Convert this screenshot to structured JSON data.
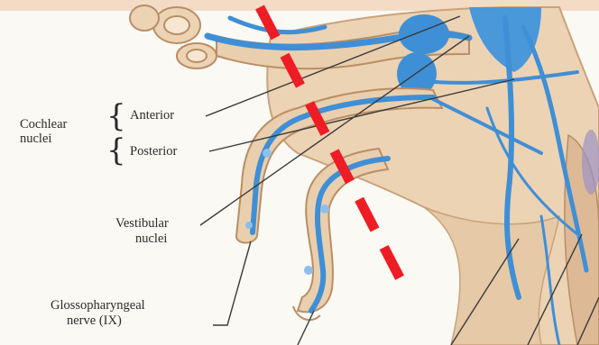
{
  "labels": {
    "cochlear_line1": "Cochlear",
    "cochlear_line2": "nuclei",
    "anterior": "Anterior",
    "posterior": "Posterior",
    "vestibular_line1": "Vestibular",
    "vestibular_line2": "nuclei",
    "glosso_line1": "Glossopharyngeal",
    "glosso_line2": "nerve (IX)"
  },
  "colors": {
    "tissue": "#e9cfae",
    "tissue_dark": "#d8b48e",
    "vessel": "#3f8fd6",
    "vessel_light": "#8cc0ec",
    "dashed_line": "#ee1c24",
    "leader_line": "#3a3a3a"
  }
}
